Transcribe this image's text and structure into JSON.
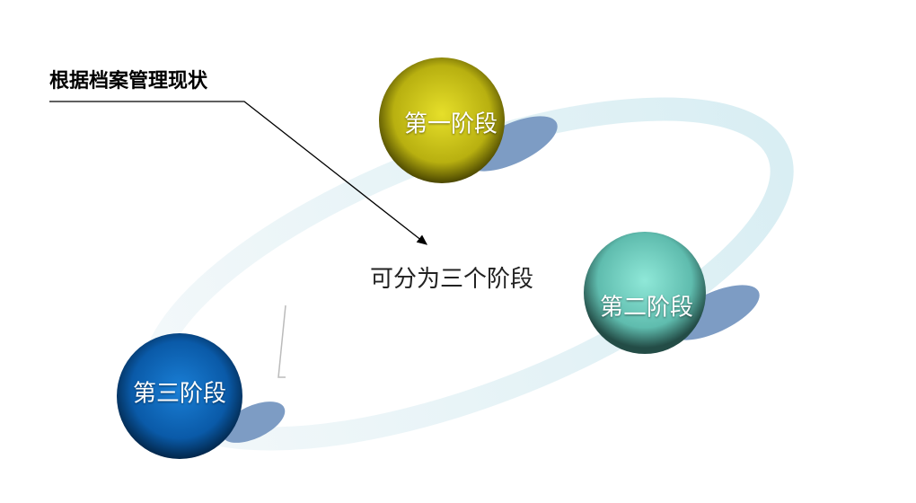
{
  "title": "根据档案管理现状",
  "center_text": "可分为三个阶段",
  "stages": [
    {
      "label": "第一阶段",
      "color": "#c9c21a"
    },
    {
      "label": "第二阶段",
      "color": "#6fcfbe"
    },
    {
      "label": "第三阶段",
      "color": "#0a5fae"
    }
  ]
}
